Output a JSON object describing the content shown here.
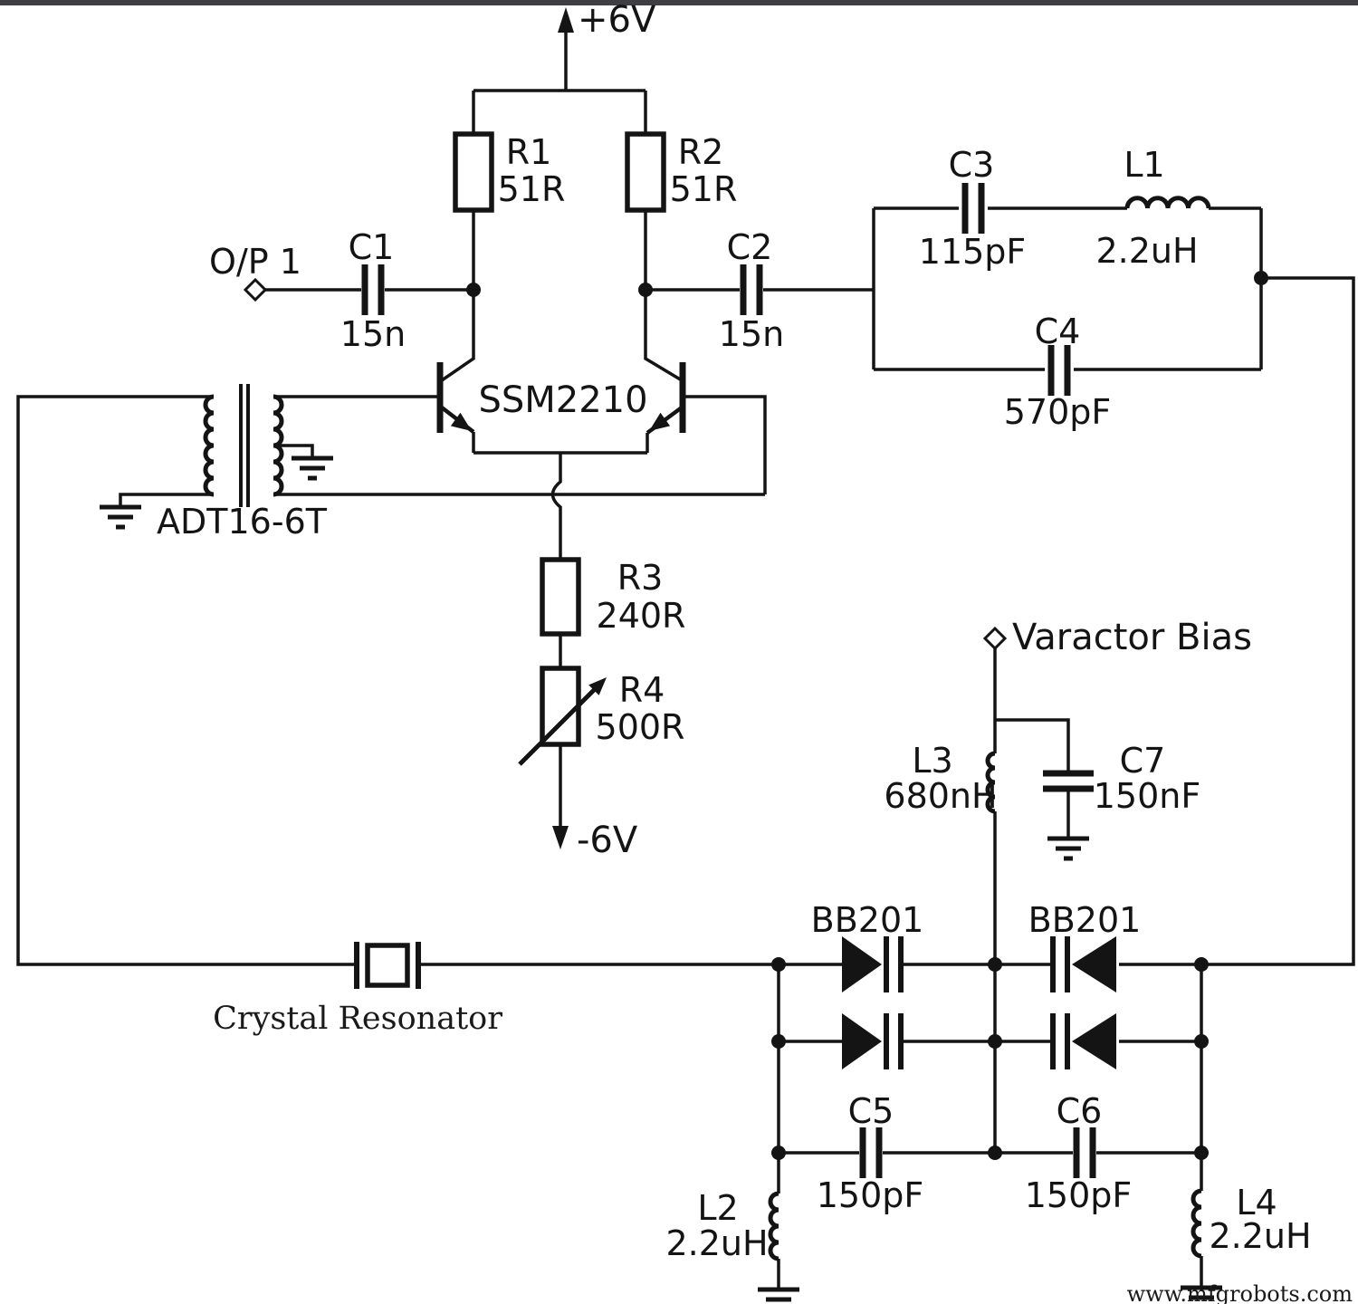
{
  "page": {
    "background": "#ffffff",
    "top_bar_color": "#3e3e43",
    "ink": "#141414",
    "watermark": "www.mfgrobots.com"
  },
  "power": {
    "positive_rail": "+6V",
    "negative_rail": "-6V"
  },
  "terminals": {
    "output": "O/P 1",
    "varactor_bias": "Varactor Bias"
  },
  "ic": {
    "transistor_pair": "SSM2210"
  },
  "transformer": {
    "ref": "ADT16-6T"
  },
  "crystal": {
    "label": "Crystal Resonator"
  },
  "resistors": {
    "r1": {
      "ref": "R1",
      "value": "51R"
    },
    "r2": {
      "ref": "R2",
      "value": "51R"
    },
    "r3": {
      "ref": "R3",
      "value": "240R"
    },
    "r4": {
      "ref": "R4",
      "value": "500R"
    }
  },
  "capacitors": {
    "c1": {
      "ref": "C1",
      "value": "15n"
    },
    "c2": {
      "ref": "C2",
      "value": "15n"
    },
    "c3": {
      "ref": "C3",
      "value": "115pF"
    },
    "c4": {
      "ref": "C4",
      "value": "570pF"
    },
    "c5": {
      "ref": "C5",
      "value": "150pF"
    },
    "c6": {
      "ref": "C6",
      "value": "150pF"
    },
    "c7": {
      "ref": "C7",
      "value": "150nF"
    }
  },
  "inductors": {
    "l1": {
      "ref": "L1",
      "value": "2.2uH"
    },
    "l2": {
      "ref": "L2",
      "value": "2.2uH"
    },
    "l3": {
      "ref": "L3",
      "value": "680nH"
    },
    "l4": {
      "ref": "L4",
      "value": "2.2uH"
    }
  },
  "diodes": {
    "left": {
      "ref": "BB201"
    },
    "right": {
      "ref": "BB201"
    }
  }
}
